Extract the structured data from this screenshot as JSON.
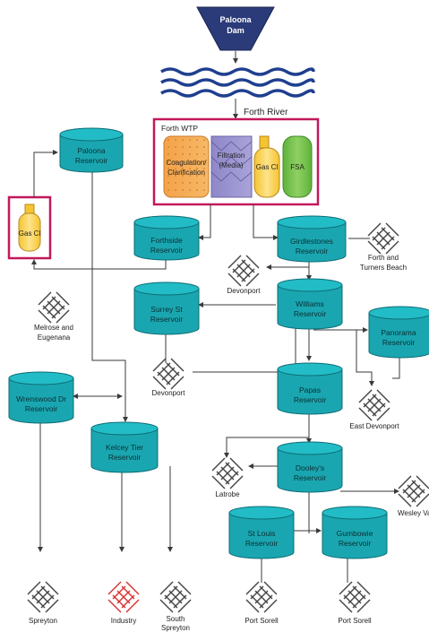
{
  "source": {
    "label_line1": "Paloona",
    "label_line2": "Dam"
  },
  "river": {
    "label": "Forth River"
  },
  "wtp": {
    "title": "Forth WTP",
    "stages": [
      {
        "line1": "Coagulation/",
        "line2": "Clarification"
      },
      {
        "line1": "Filtration",
        "line2": "(Media)"
      },
      {
        "line1": "Gas Cl",
        "line2": ""
      },
      {
        "line1": "FSA",
        "line2": ""
      }
    ]
  },
  "gas_cl_station": {
    "label": "Gas Cl"
  },
  "reservoirs": {
    "paloona": {
      "line1": "Paloona",
      "line2": "Reservoir"
    },
    "forthside": {
      "line1": "Forthside",
      "line2": "Reservoir"
    },
    "girdlestones": {
      "line1": "Girdlestones",
      "line2": "Reservoir"
    },
    "surrey_st": {
      "line1": "Surrey St",
      "line2": "Reservoir"
    },
    "williams": {
      "line1": "Williams",
      "line2": "Reservoir"
    },
    "panorama": {
      "line1": "Panorama",
      "line2": "Reservoir"
    },
    "papas": {
      "line1": "Papas",
      "line2": "Reservoir"
    },
    "wrenswood_dr": {
      "line1": "Wrenswood Dr",
      "line2": "Reservoir"
    },
    "kelcey_tier": {
      "line1": "Kelcey Tier",
      "line2": "Reservoir"
    },
    "dooleys": {
      "line1": "Dooley's",
      "line2": "Reservoir"
    },
    "st_louis": {
      "line1": "St Louis",
      "line2": "Reservoir"
    },
    "gumbowie": {
      "line1": "Gumbowie",
      "line2": "Reservoir"
    }
  },
  "demand_zones": {
    "forth_turners": {
      "line1": "Forth and",
      "line2": "Turners Beach"
    },
    "devonport_1": {
      "line1": "Devonport",
      "line2": ""
    },
    "melrose": {
      "line1": "Melrose and",
      "line2": "Eugenana"
    },
    "devonport_2": {
      "line1": "Devonport",
      "line2": ""
    },
    "east_devonport": {
      "line1": "East Devonport",
      "line2": ""
    },
    "latrobe": {
      "line1": "Latrobe",
      "line2": ""
    },
    "wesley_vale": {
      "line1": "Wesley Vale",
      "line2": ""
    },
    "spreyton": {
      "line1": "Spreyton",
      "line2": ""
    },
    "industry": {
      "line1": "Industry",
      "line2": ""
    },
    "south_spreyton": {
      "line1": "South",
      "line2": "Spreyton"
    },
    "port_sorell_1": {
      "line1": "Port Sorell",
      "line2": ""
    },
    "port_sorell_2": {
      "line1": "Port Sorell",
      "line2": ""
    }
  },
  "colors": {
    "reservoir_fill": "#1aa6b0",
    "reservoir_top": "#22bcc6",
    "highlight_border": "#c2185b",
    "dam_fill": "#2b3a78",
    "river_wave": "#1f3f8f",
    "industry_mesh": "#d93030",
    "mesh": "#444444"
  }
}
